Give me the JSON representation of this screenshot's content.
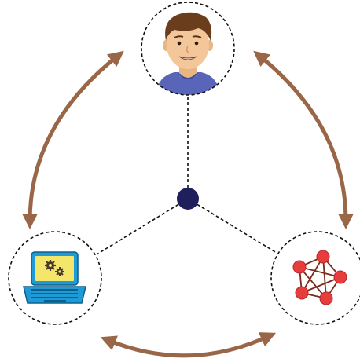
{
  "diagram": {
    "nodes": [
      {
        "id": "person",
        "icon": "person-avatar-icon"
      },
      {
        "id": "computer",
        "icon": "laptop-settings-icon"
      },
      {
        "id": "network",
        "icon": "network-graph-icon"
      }
    ],
    "hub": {
      "icon": "hub-dot"
    },
    "connections": [
      {
        "from": "hub",
        "to": "person",
        "style": "dashed"
      },
      {
        "from": "hub",
        "to": "computer",
        "style": "dashed"
      },
      {
        "from": "hub",
        "to": "network",
        "style": "dashed"
      }
    ],
    "arrows": [
      {
        "between": [
          "person",
          "computer"
        ],
        "direction": "bidirectional"
      },
      {
        "between": [
          "person",
          "network"
        ],
        "direction": "bidirectional"
      },
      {
        "between": [
          "computer",
          "network"
        ],
        "direction": "bidirectional"
      }
    ],
    "colors": {
      "arrow": "#9a6648",
      "hub": "#1f1f5c",
      "skin": "#f3c79a",
      "hair": "#6a3d1c",
      "shirt": "#5865b9",
      "laptop_body": "#1e9ad6",
      "laptop_screen": "#f4e66b",
      "network_node": "#e83d3d",
      "network_edge": "#7a2b1c"
    }
  }
}
